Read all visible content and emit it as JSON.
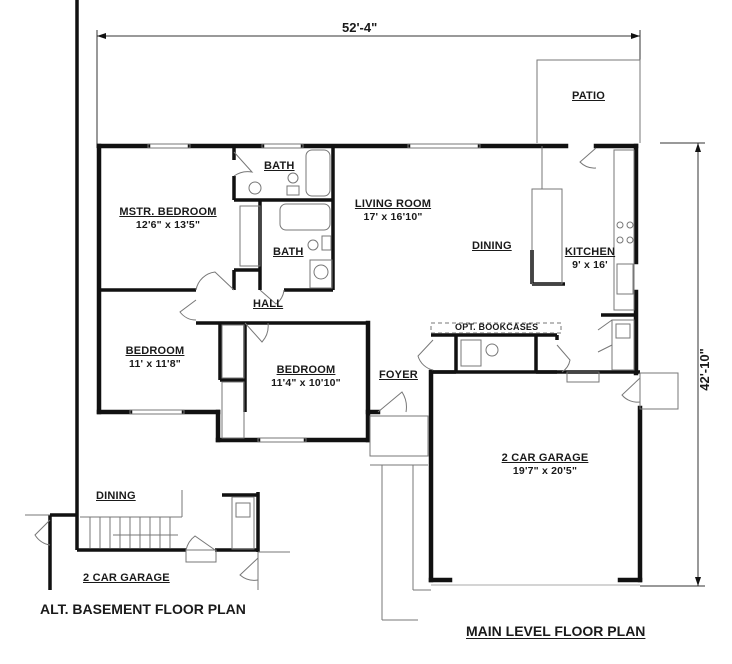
{
  "overall": {
    "width_dimension": "52'-4\"",
    "depth_dimension": "42'-10\""
  },
  "rooms": {
    "patio": {
      "name": "PATIO"
    },
    "master_bedroom": {
      "name": "MSTR. BEDROOM",
      "size": "12'6\" x 13'5\""
    },
    "bath_1": {
      "name": "BATH"
    },
    "bath_2": {
      "name": "BATH"
    },
    "living_room": {
      "name": "LIVING ROOM",
      "size": "17' x 16'10\""
    },
    "dining": {
      "name": "DINING"
    },
    "kitchen": {
      "name": "KITCHEN",
      "size": "9' x 16'"
    },
    "hall": {
      "name": "HALL"
    },
    "bedroom_2": {
      "name": "BEDROOM",
      "size": "11' x 11'8\""
    },
    "bedroom_3": {
      "name": "BEDROOM",
      "size": "11'4\" x 10'10\""
    },
    "foyer": {
      "name": "FOYER"
    },
    "bookcases": {
      "name": "OPT. BOOKCASES"
    },
    "garage": {
      "name": "2 CAR GARAGE",
      "size": "19'7\" x 20'5\""
    }
  },
  "alt_basement": {
    "dining": "DINING",
    "garage": "2 CAR GARAGE",
    "title": "ALT. BASEMENT FLOOR PLAN"
  },
  "main_title": "MAIN LEVEL FLOOR PLAN",
  "colors": {
    "wall": "#111111",
    "thin_line": "#888888",
    "background": "#ffffff"
  }
}
